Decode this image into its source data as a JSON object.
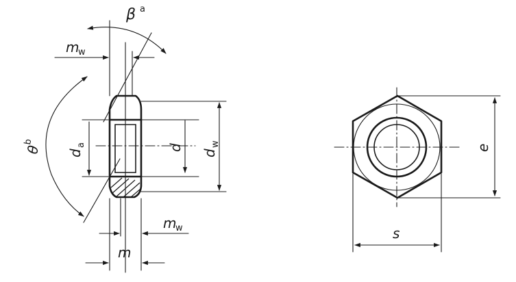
{
  "side_view": {
    "labels": {
      "beta": "β",
      "beta_note": "a",
      "theta": "θ",
      "theta_note": "b",
      "mw_top": "m",
      "mw_top_sub": "w",
      "mw_bottom": "m",
      "mw_bottom_sub": "w",
      "m": "m",
      "da": "d",
      "da_sub": "a",
      "d": "d",
      "dw": "d",
      "dw_sub": "w"
    }
  },
  "front_view": {
    "labels": {
      "e": "e",
      "s": "s"
    }
  }
}
